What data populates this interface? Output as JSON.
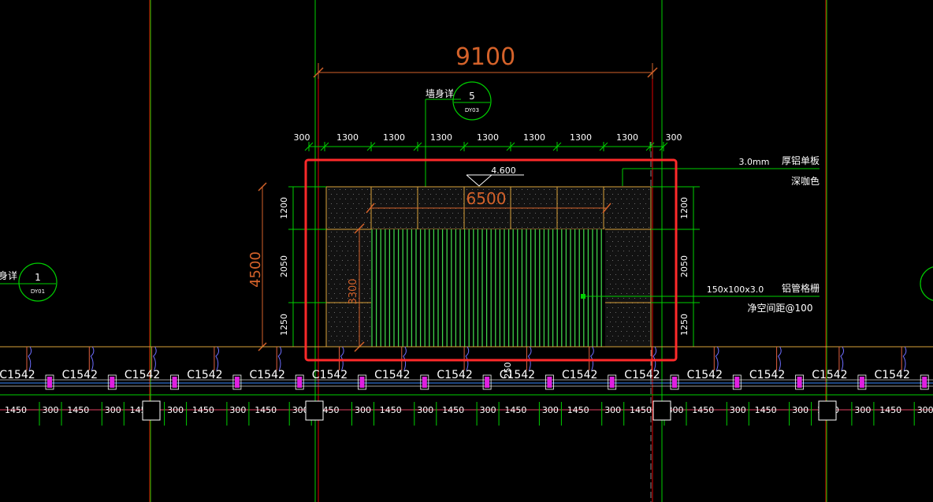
{
  "dimensions": {
    "overall": "9100",
    "top_segments": [
      "300",
      "1300",
      "1300",
      "1300",
      "1300",
      "1300",
      "1300",
      "1300",
      "300"
    ],
    "left_total": "4500",
    "left_segments": [
      "1200",
      "2050",
      "1250"
    ],
    "right_segments": [
      "1200",
      "2050",
      "1250"
    ],
    "inner_width": "6500",
    "inner_height": "3300",
    "elevation": "4.600"
  },
  "annotations": {
    "top_label": "墙身详",
    "top_circle_number": "5",
    "top_circle_ref": "DY03",
    "left_label": "身详",
    "left_circle_number": "1",
    "left_circle_ref": "DY01",
    "panel_thickness": "3.0mm",
    "panel_material": "厚铝单板",
    "panel_color": "深咖色",
    "grille_size": "150x100x3.0",
    "grille_material": "铝管格栅",
    "grille_spacing": "净空间距@100"
  },
  "bottom_strip": {
    "window_tag": "C1542",
    "dimension_module": [
      "1450",
      "300"
    ],
    "center_mark": "250"
  },
  "colors": {
    "background": "#000000",
    "axis_red": "#e00000",
    "axis_green": "#00d000",
    "dimension_orange": "#d4622a",
    "highlight_box": "#ff2a2a",
    "grille_green": "#3fd14a",
    "panel_outline": "#d9a23a",
    "magenta": "#e020e0"
  }
}
